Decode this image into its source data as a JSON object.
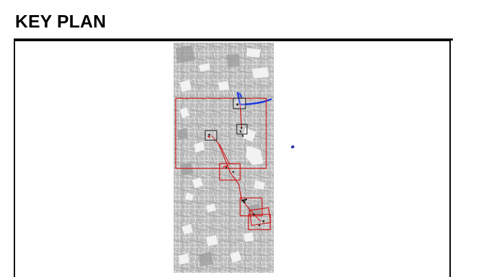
{
  "header": {
    "title": "KEY PLAN"
  },
  "map": {
    "colors": {
      "base_map": "#b9b9b9",
      "base_map_dark": "#9d9d9d",
      "building": "#d9d9d9",
      "route": "#d01515",
      "river_line": "#1a35e0",
      "marker": "#222222"
    },
    "sections": [
      {
        "id": "overall-area"
      },
      {
        "id": "section-1"
      },
      {
        "id": "section-2"
      },
      {
        "id": "section-3"
      },
      {
        "id": "section-4"
      },
      {
        "id": "section-5"
      },
      {
        "id": "section-6"
      },
      {
        "id": "section-7"
      }
    ]
  }
}
